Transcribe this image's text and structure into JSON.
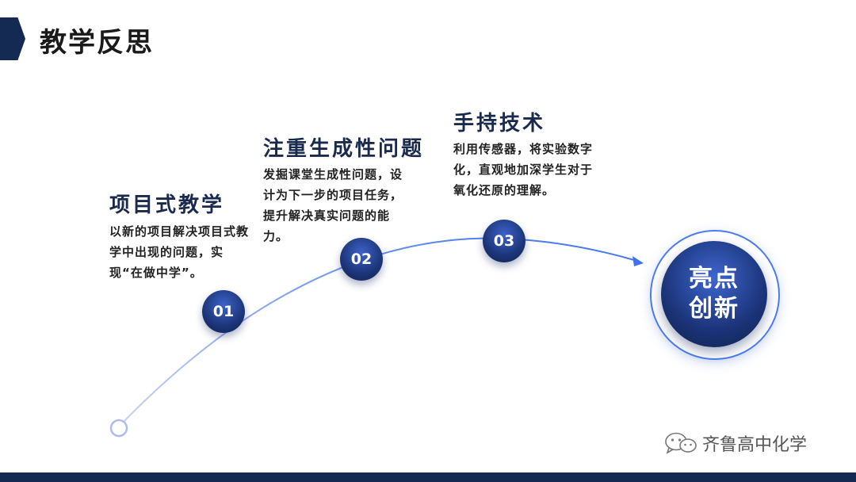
{
  "slide": {
    "title": "教学反思"
  },
  "timeline": [
    {
      "number": "01",
      "heading": "项目式教学",
      "body": "以新的项目解决项目式教学中出现的问题，实现“在做中学”。"
    },
    {
      "number": "02",
      "heading": "注重生成性问题",
      "body": "发掘课堂生成性问题，设计为下一步的项目任务，提升解决真实问题的能力。"
    },
    {
      "number": "03",
      "heading": "手持技术",
      "body": "利用传感器，将实验数字化，直观地加深学生对于氧化还原的理解。"
    }
  ],
  "highlight": {
    "line1": "亮点",
    "line2": "创新"
  },
  "watermark": {
    "text": "齐鲁高中化学",
    "icon": "wechat-icon"
  },
  "colors": {
    "navy": "#152a52",
    "accent_blue": "#4a7bf0",
    "node_dark": "#1c3578"
  }
}
